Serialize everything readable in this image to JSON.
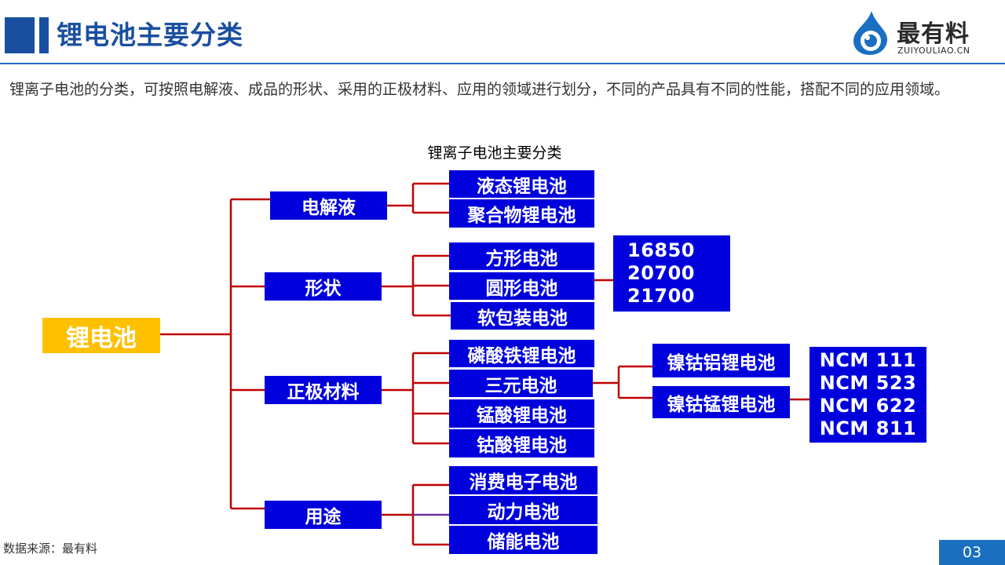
{
  "header": {
    "title": "锂电池主要分类",
    "logo_name": "最有料",
    "logo_domain": "ZUIYOULIAO.CN"
  },
  "intro": "锂离子电池的分类，可按照电解液、成品的形状、采用的正极材料、应用的领域进行划分，不同的产品具有不同的性能，搭配不同的应用领域。",
  "diagram": {
    "title": "锂离子电池主要分类",
    "root": "锂电池",
    "branches": [
      {
        "label": "电解液",
        "children": [
          "液态锂电池",
          "聚合物锂电池"
        ]
      },
      {
        "label": "形状",
        "children": [
          "方形电池",
          "圆形电池",
          "软包装电池"
        ],
        "detail_of_圆形电池": [
          "16850",
          "20700",
          "21700"
        ]
      },
      {
        "label": "正极材料",
        "children": [
          "磷酸铁锂电池",
          "三元电池",
          "锰酸锂电池",
          "钴酸锂电池"
        ],
        "sub_of_三元电池": [
          "镍钴铝锂电池",
          "镍钴锰锂电池"
        ],
        "detail_of_镍钴锰锂电池": [
          "NCM 111",
          "NCM 523",
          "NCM 622",
          "NCM 811"
        ]
      },
      {
        "label": "用途",
        "children": [
          "消费电子电池",
          "动力电池",
          "储能电池"
        ]
      }
    ]
  },
  "footer": {
    "source": "数据来源：最有料",
    "page": "03"
  },
  "colors": {
    "title_blue": "#1a4fa0",
    "node_blue": "#0000dc",
    "root_yellow": "#ffc000",
    "connector_red": "#c00000",
    "accent_purple": "#7030a0"
  }
}
